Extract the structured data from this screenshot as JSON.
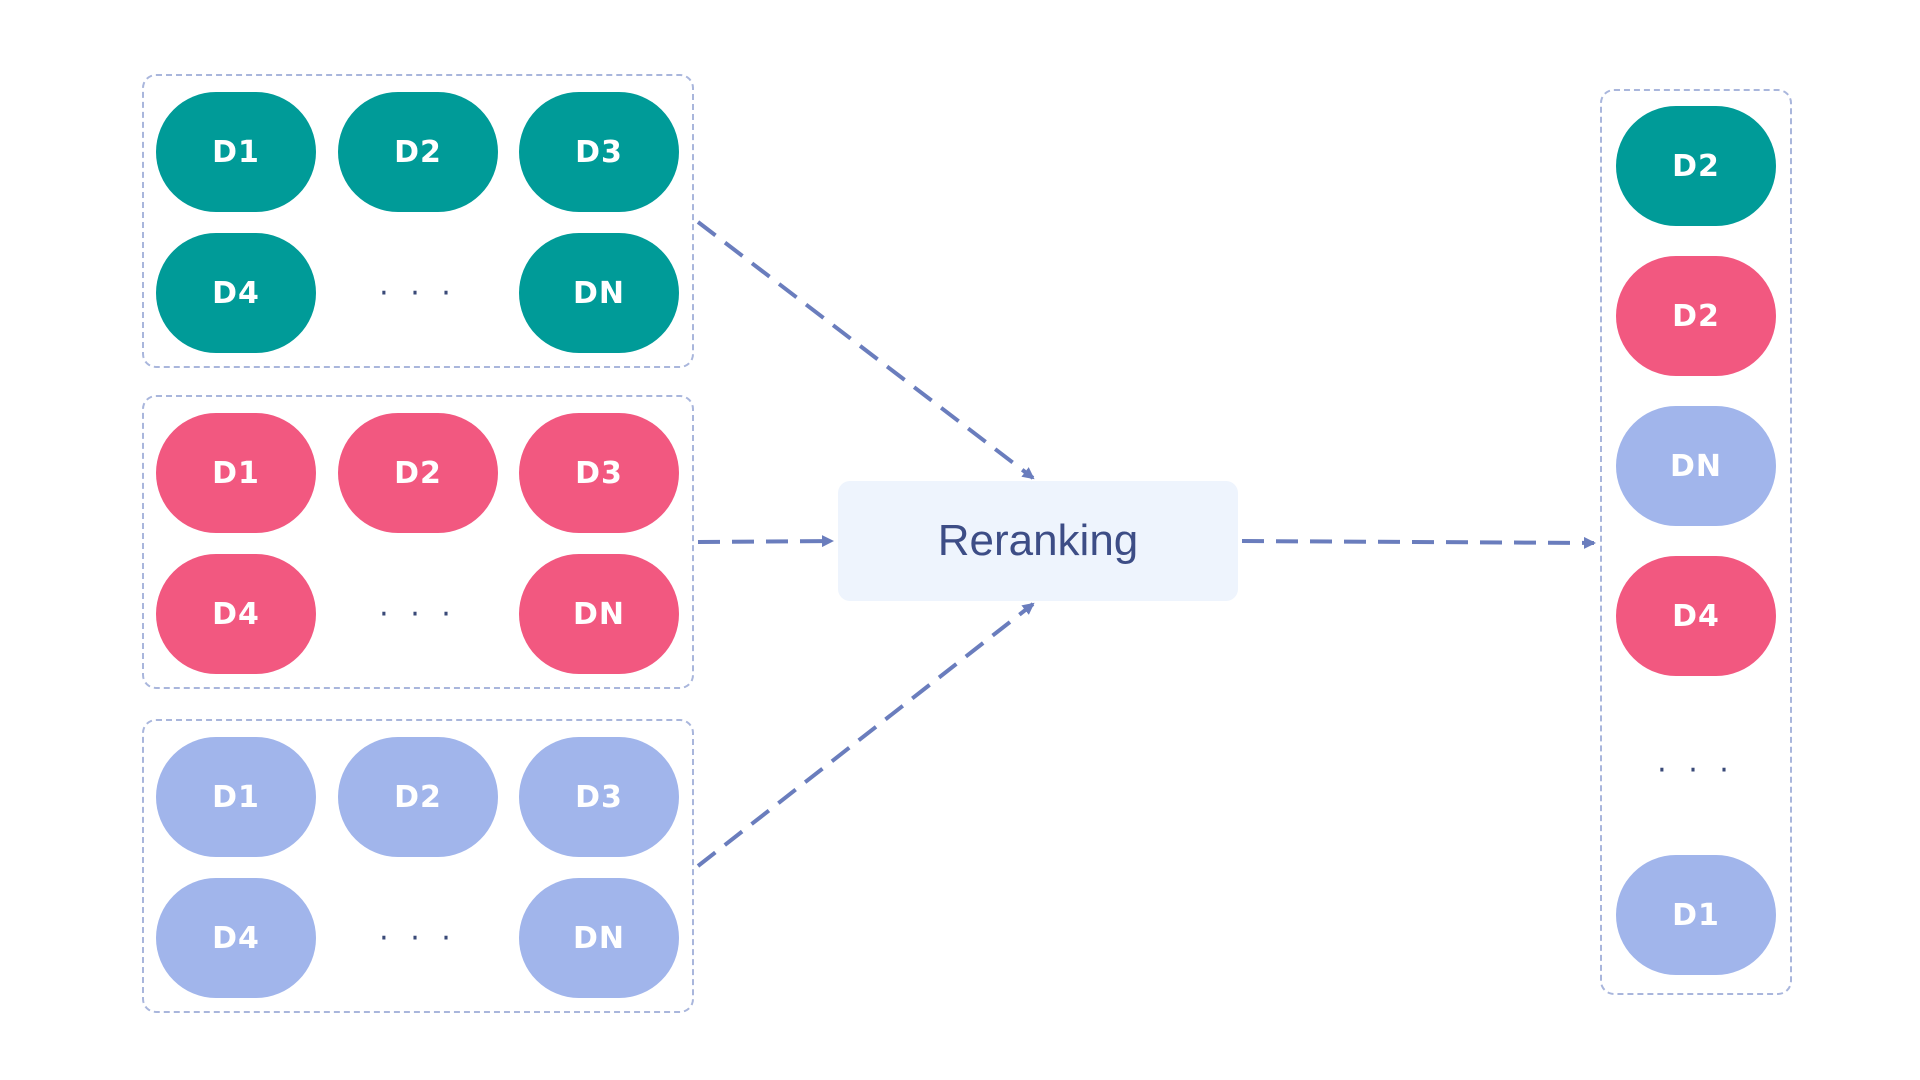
{
  "colors": {
    "teal": "#009b98",
    "pink": "#f25880",
    "lavender": "#a1b5eb",
    "frame": "#a9b6dc",
    "arrow": "#6a7dbd",
    "rerank_bg": "#eef4fd",
    "rerank_text": "#3d4d86",
    "dots": "#3a4a78"
  },
  "groups": [
    {
      "color": "teal",
      "row1": [
        "D1",
        "D2",
        "D3"
      ],
      "row2_left": "D4",
      "row2_mid": "· · ·",
      "row2_right": "DN"
    },
    {
      "color": "pink",
      "row1": [
        "D1",
        "D2",
        "D3"
      ],
      "row2_left": "D4",
      "row2_mid": "· · ·",
      "row2_right": "DN"
    },
    {
      "color": "lavender",
      "row1": [
        "D1",
        "D2",
        "D3"
      ],
      "row2_left": "D4",
      "row2_mid": "· · ·",
      "row2_right": "DN"
    }
  ],
  "rerank_label": "Reranking",
  "result": [
    {
      "label": "D2",
      "color": "teal"
    },
    {
      "label": "D2",
      "color": "pink"
    },
    {
      "label": "DN",
      "color": "lavender"
    },
    {
      "label": "D4",
      "color": "pink"
    },
    {
      "label": "· · ·",
      "color": null
    },
    {
      "label": "D1",
      "color": "lavender"
    }
  ]
}
